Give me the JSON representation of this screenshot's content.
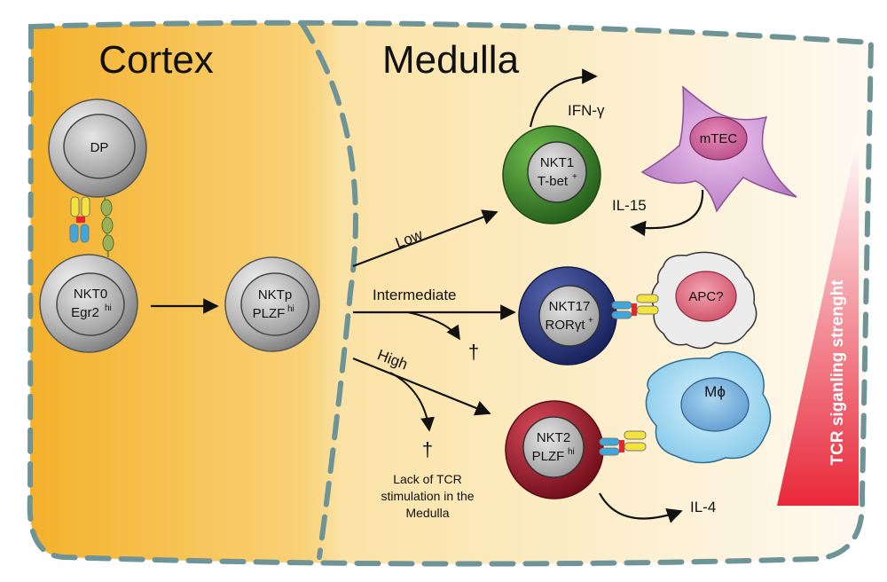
{
  "regions": {
    "cortex": "Cortex",
    "medulla": "Medulla"
  },
  "cells": {
    "dp": "DP",
    "nkt0": {
      "line1": "NKT0",
      "line2": "Egr2",
      "sup": "hi"
    },
    "nktp": {
      "line1": "NKTp",
      "line2": "PLZF",
      "sup": "hi"
    },
    "nkt1": {
      "line1": "NKT1",
      "line2": "T-bet",
      "sup": "+"
    },
    "nkt17": {
      "line1": "NKT17",
      "line2": "RORγt",
      "sup": "+"
    },
    "nkt2": {
      "line1": "NKT2",
      "line2": "PLZF",
      "sup": "hi"
    },
    "mtec": "mTEC",
    "apc": "APC?",
    "macrophage": "Mϕ"
  },
  "signal_labels": {
    "low": "Low",
    "intermediate": "Intermediate",
    "high": "High"
  },
  "cytokines": {
    "ifn": "IFN-γ",
    "il15": "IL-15",
    "il4": "IL-4"
  },
  "death": {
    "symbol": "†",
    "note_line1": "Lack of TCR",
    "note_line2": "stimulation in the",
    "note_line3": "Medulla"
  },
  "gradient_label": "TCR siganling strenght",
  "colors": {
    "cortex": "#f5b52e",
    "medulla": "#fdf3dc",
    "border": "#6e9497",
    "nkt1": "#3f8a2f",
    "nkt17": "#2d3c82",
    "nkt2": "#b01e30",
    "mtec": "#c47ac9",
    "apc": "#e06a7e",
    "macrophage": "#8fd0ee",
    "gradient": "#e8283a"
  }
}
